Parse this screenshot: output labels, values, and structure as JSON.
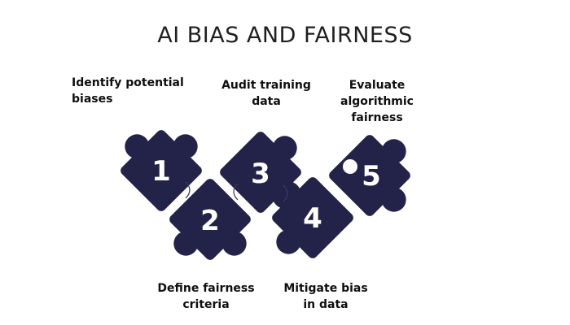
{
  "title": "AI BIAS AND FAIRNESS",
  "colors": {
    "piece": "#232249",
    "number": "#ffffff"
  },
  "steps": [
    {
      "number": "1",
      "label_lines": [
        "Identify potential",
        "biases"
      ]
    },
    {
      "number": "2",
      "label_lines": [
        "Define fairness",
        "criteria"
      ]
    },
    {
      "number": "3",
      "label_lines": [
        "Audit training",
        "data"
      ]
    },
    {
      "number": "4",
      "label_lines": [
        "Mitigate bias",
        "in data"
      ]
    },
    {
      "number": "5",
      "label_lines": [
        "Evaluate",
        "algorithmic",
        "fairness"
      ]
    }
  ]
}
